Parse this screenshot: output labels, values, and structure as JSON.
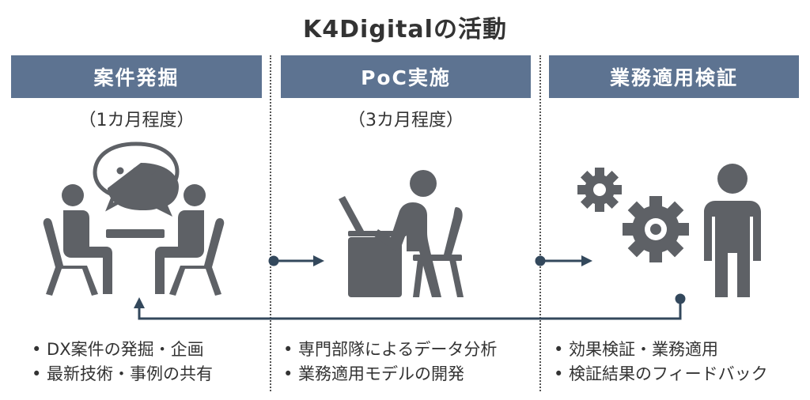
{
  "title": "K4Digitalの活動",
  "columns": [
    {
      "header": "案件発掘",
      "duration": "（1カ月程度）",
      "bullets": [
        "• DX案件の発掘・企画",
        "• 最新技術・事例の共有"
      ]
    },
    {
      "header": "PoC実施",
      "duration": "（3カ月程度）",
      "bullets": [
        "• 専門部隊によるデータ分析",
        "• 業務適用モデルの開発"
      ]
    },
    {
      "header": "業務適用検証",
      "duration": "",
      "bullets": [
        "• 効果検証・業務適用",
        "• 検証結果のフィードバック"
      ]
    }
  ],
  "icons": [
    "meeting-icon",
    "speech-bubble-icon",
    "laptop-worker-icon",
    "gear-icon",
    "person-standing-icon"
  ],
  "colors": {
    "header_bg": "#5d7391",
    "icon": "#5e6166",
    "text": "#333333"
  }
}
